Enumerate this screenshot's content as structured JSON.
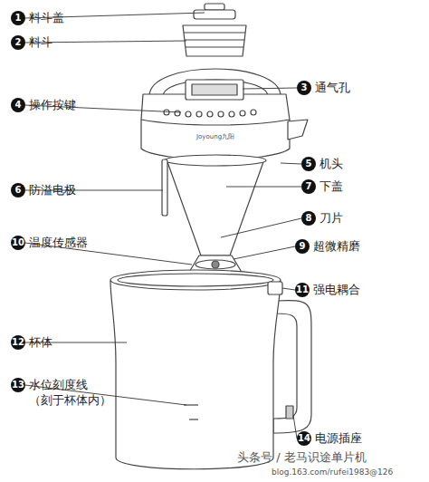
{
  "diagram": {
    "nodes": [
      {
        "text": [
          "1",
          "料斗盖"
        ]
      },
      {
        "text": [
          "2",
          "料斗"
        ]
      },
      {
        "text": [
          "3",
          "通气孔"
        ]
      },
      {
        "text": [
          "4",
          "操作按键"
        ]
      },
      {
        "text": [
          "5",
          "机头"
        ]
      },
      {
        "text": [
          "6",
          "防溢电极"
        ]
      },
      {
        "text": [
          "7",
          "下盖"
        ]
      },
      {
        "text": [
          "8",
          "刀片"
        ]
      },
      {
        "text": [
          "9",
          "超微精磨"
        ]
      },
      {
        "text": [
          "10",
          "温度传感器"
        ]
      },
      {
        "text": [
          "11",
          "强电耦合"
        ]
      },
      {
        "text": [
          "12",
          "杯体"
        ]
      },
      {
        "text": [
          "13",
          "水位刻度线 （刻于杯体内）"
        ]
      },
      {
        "text": [
          "14",
          "电源插座"
        ]
      }
    ],
    "labels": [
      "Joyoung九阳",
      "头条号 / 老马识途单片机",
      "blog.163.com/rufei1983@126"
    ]
  }
}
